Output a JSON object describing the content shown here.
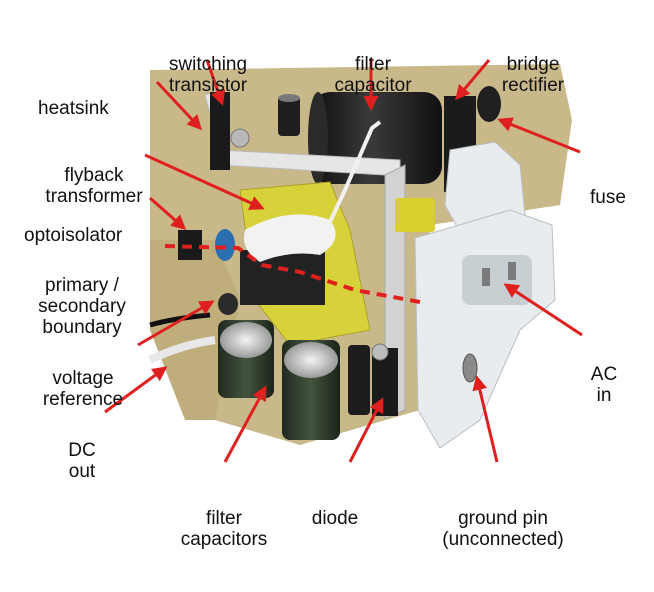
{
  "labels": {
    "switching_transistor": [
      "switching",
      "transistor"
    ],
    "filter_capacitor": [
      "filter",
      "capacitor"
    ],
    "bridge_rectifier": [
      "bridge",
      "rectifier"
    ],
    "heatsink": [
      "heatsink"
    ],
    "flyback_transformer": [
      "flyback",
      "transformer"
    ],
    "fuse": [
      "fuse"
    ],
    "optoisolator": [
      "optoisolator"
    ],
    "primary_secondary_boundary": [
      "primary /",
      "secondary",
      "boundary"
    ],
    "voltage_reference": [
      "voltage",
      "reference"
    ],
    "ac_in": [
      "AC",
      "in"
    ],
    "dc_out": [
      "DC",
      "out"
    ],
    "filter_capacitors": [
      "filter",
      "capacitors"
    ],
    "diode": [
      "diode"
    ],
    "ground_pin": [
      "ground pin",
      "(unconnected)"
    ]
  },
  "colors": {
    "arrow": "#e0201e",
    "boundary_line": "#e0201e",
    "pcb": "#c9b98a",
    "heatsink": "#e6e6e6",
    "capacitor_black": "#1c1c1c",
    "capacitor_green": "#2e3a2c",
    "transformer": "#d8d23a",
    "socket": "#e8ecee",
    "background": "#ffffff"
  }
}
